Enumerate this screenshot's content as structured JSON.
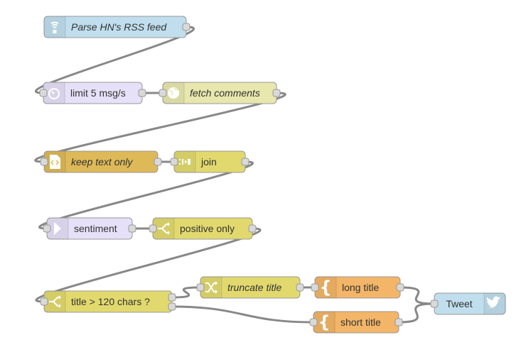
{
  "nodes": [
    {
      "id": "rss",
      "label": "Parse HN's RSS feed",
      "italic": true,
      "icon": "feed-icon",
      "color": "#c0deed"
    },
    {
      "id": "limit",
      "label": "limit 5 msg/s",
      "italic": false,
      "icon": "timer-icon",
      "color": "#e6e0f8"
    },
    {
      "id": "fetch",
      "label": "fetch comments",
      "italic": true,
      "icon": "globe-icon",
      "color": "#e7e7ae"
    },
    {
      "id": "keeptext",
      "label": "keep text only",
      "italic": true,
      "icon": "html-icon",
      "color": "#deb958"
    },
    {
      "id": "join",
      "label": "join",
      "italic": false,
      "icon": "join-icon",
      "color": "#e2d96e"
    },
    {
      "id": "sentiment",
      "label": "sentiment",
      "italic": false,
      "icon": "sentiment-icon",
      "color": "#e6e0f8"
    },
    {
      "id": "positive",
      "label": "positive only",
      "italic": false,
      "icon": "switch-icon",
      "color": "#e2d96e"
    },
    {
      "id": "title120",
      "label": "title > 120 chars ?",
      "italic": false,
      "icon": "switch-icon",
      "color": "#e2d96e"
    },
    {
      "id": "truncate",
      "label": "truncate title",
      "italic": true,
      "icon": "shuffle-icon",
      "color": "#e2d96e"
    },
    {
      "id": "longtitle",
      "label": "long title",
      "italic": false,
      "icon": "template-icon",
      "color": "#f3b567"
    },
    {
      "id": "shorttitle",
      "label": "short title",
      "italic": false,
      "icon": "template-icon",
      "color": "#f3b567"
    },
    {
      "id": "tweet",
      "label": "Tweet",
      "italic": false,
      "icon": "twitter-icon",
      "color": "#c0deed"
    }
  ],
  "wires": [
    {
      "from": "rss",
      "to": "limit"
    },
    {
      "from": "limit",
      "to": "fetch"
    },
    {
      "from": "fetch",
      "to": "keeptext"
    },
    {
      "from": "keeptext",
      "to": "join"
    },
    {
      "from": "join",
      "to": "sentiment"
    },
    {
      "from": "sentiment",
      "to": "positive"
    },
    {
      "from": "positive",
      "to": "title120"
    },
    {
      "from": "title120",
      "to": "truncate"
    },
    {
      "from": "title120",
      "to": "shorttitle"
    },
    {
      "from": "truncate",
      "to": "longtitle"
    },
    {
      "from": "longtitle",
      "to": "tweet"
    },
    {
      "from": "shorttitle",
      "to": "tweet"
    }
  ],
  "colors": {
    "wire": "#888888",
    "node_border": "#999999",
    "port_fill": "#d9d9d9",
    "label": "#333333"
  }
}
